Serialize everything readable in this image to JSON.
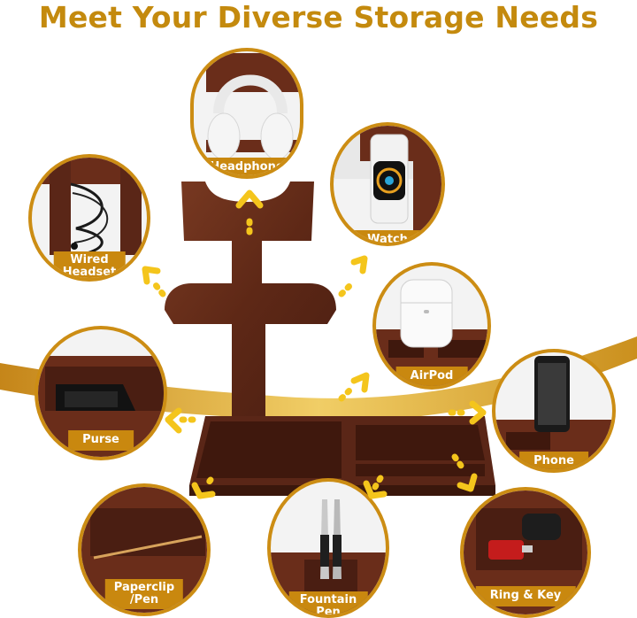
{
  "headline": "Meet Your Diverse Storage Needs",
  "colors": {
    "gold": "#c9880f",
    "gold_light": "#e7b93a",
    "wood": "#6b2f1d",
    "wood_dark": "#4a1e12",
    "arrow": "#f4c51c"
  },
  "features": [
    {
      "label": "Headphone",
      "icon": "headphone-icon"
    },
    {
      "label": "Watch",
      "icon": "watch-icon"
    },
    {
      "label": "Wired Headset",
      "lines": [
        "Wired",
        "Headset"
      ],
      "icon": "wired-headset-icon"
    },
    {
      "label": "AirPod",
      "icon": "airpod-icon"
    },
    {
      "label": "Purse",
      "icon": "purse-icon"
    },
    {
      "label": "Phone",
      "icon": "phone-icon"
    },
    {
      "label": "Paperclip /Pen",
      "lines": [
        "Paperclip",
        "/Pen"
      ],
      "icon": "paperclip-pen-icon"
    },
    {
      "label": "Fountain Pen",
      "lines": [
        "Fountain",
        "Pen"
      ],
      "icon": "fountain-pen-icon"
    },
    {
      "label": "Ring & Key",
      "icon": "ring-key-icon"
    }
  ]
}
